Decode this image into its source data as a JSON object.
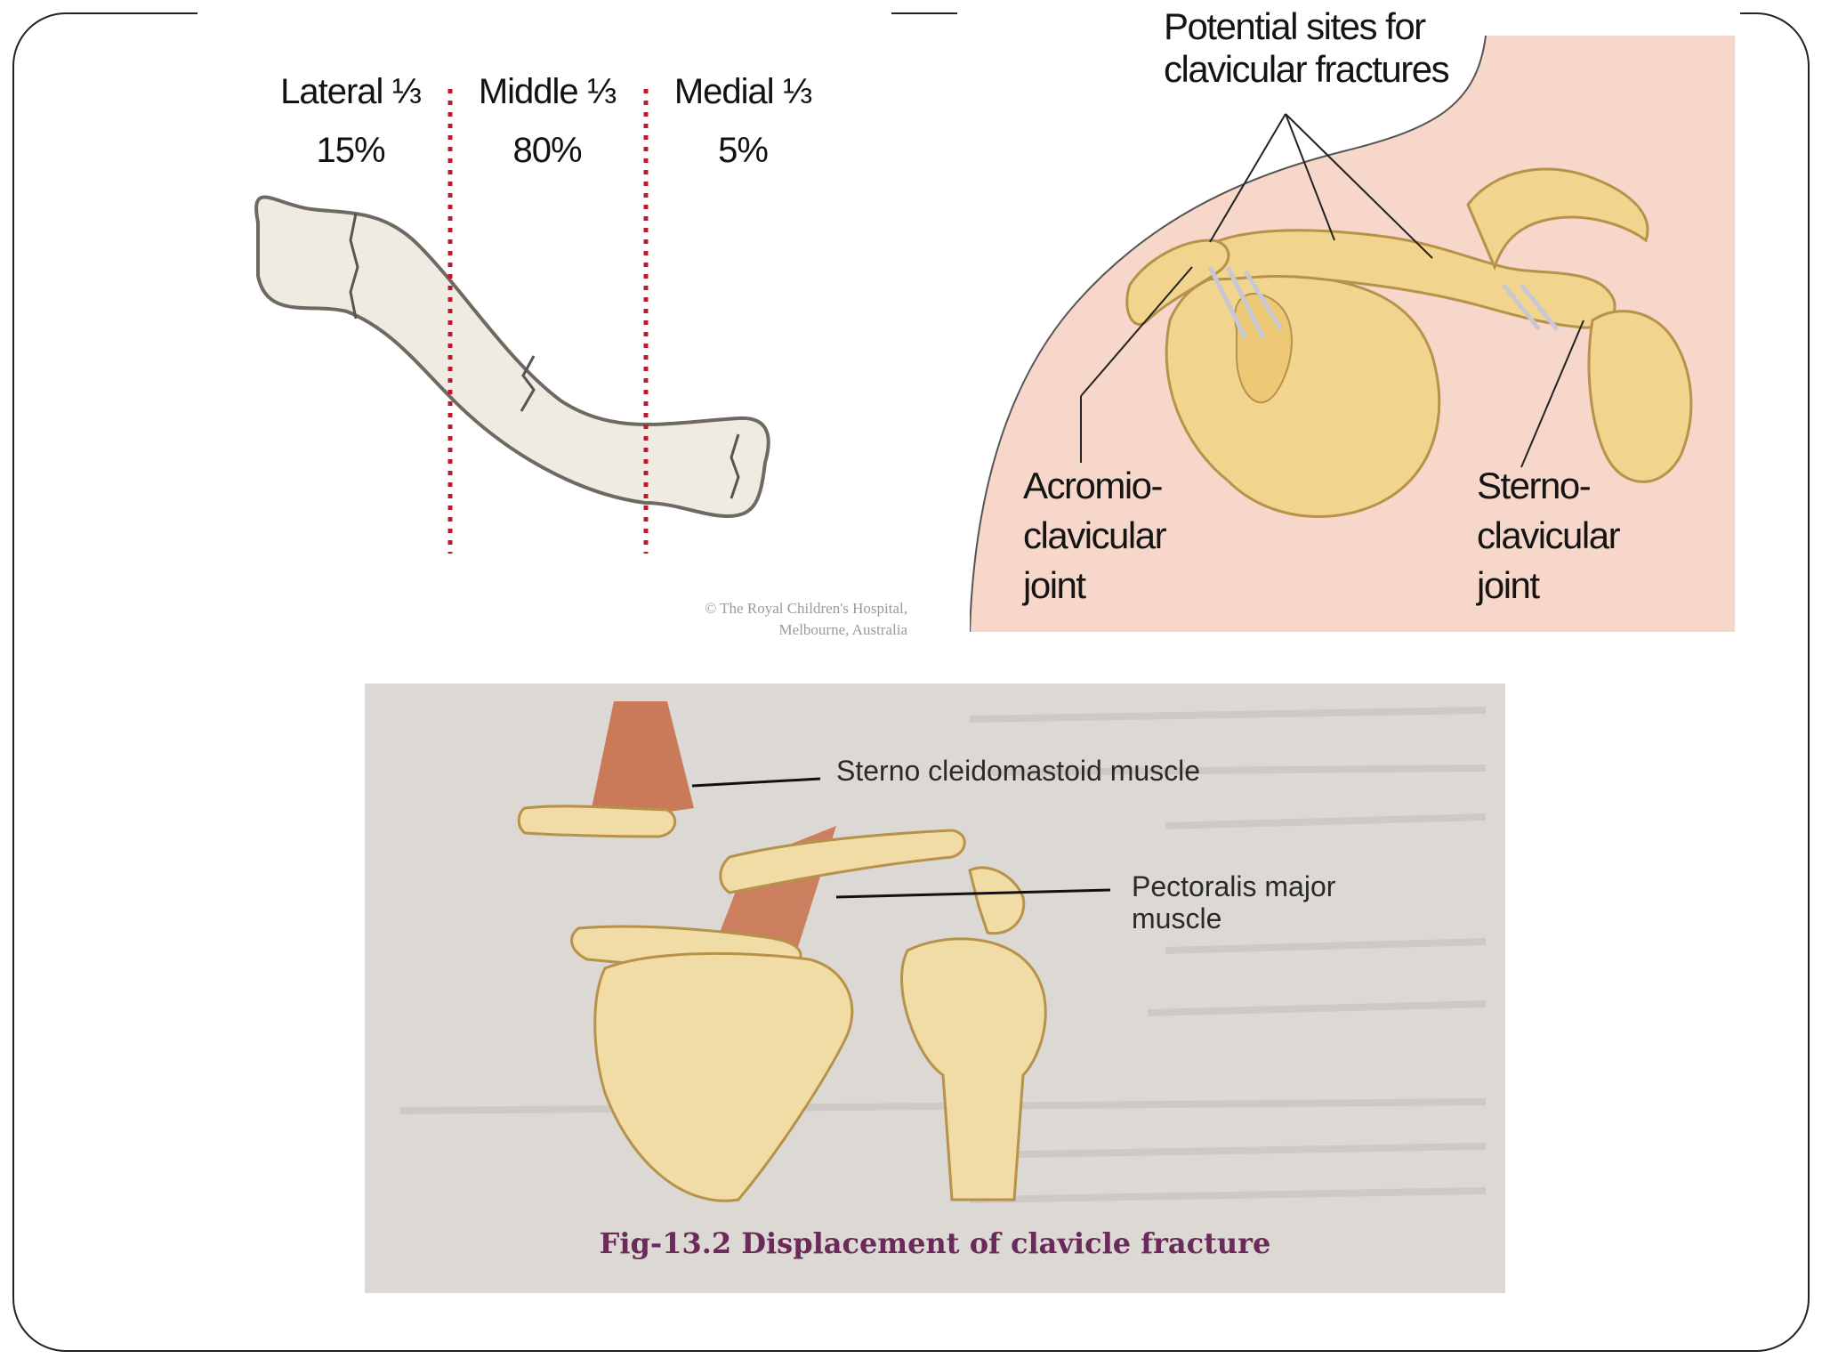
{
  "clavicle_thirds": {
    "lateral": {
      "label": "Lateral ⅓",
      "percent": "15%"
    },
    "middle": {
      "label": "Middle ⅓",
      "percent": "80%"
    },
    "medial": {
      "label": "Medial ⅓",
      "percent": "5%"
    },
    "copyright_line1": "© The Royal Children's Hospital,",
    "copyright_line2": "Melbourne, Australia"
  },
  "shoulder_diagram": {
    "title_line1": "Potential sites for",
    "title_line2": "clavicular fractures",
    "acromio_line1": "Acromio-",
    "acromio_line2": "clavicular",
    "acromio_line3": "joint",
    "sterno_line1": "Sterno-",
    "sterno_line2": "clavicular",
    "sterno_line3": "joint"
  },
  "displacement_figure": {
    "label_scm": "Sterno cleidomastoid muscle",
    "label_pectoralis_line1": "Pectoralis major",
    "label_pectoralis_line2": "muscle",
    "caption": "Fig-13.2  Displacement of clavicle fracture"
  },
  "colors": {
    "bone_light": "#efebe2",
    "bone_yellow": "#f1d48e",
    "skin": "#f6d7c9",
    "muscle": "#c8704a",
    "dotted_line": "#c0182a",
    "caption": "#6a2a5a"
  }
}
